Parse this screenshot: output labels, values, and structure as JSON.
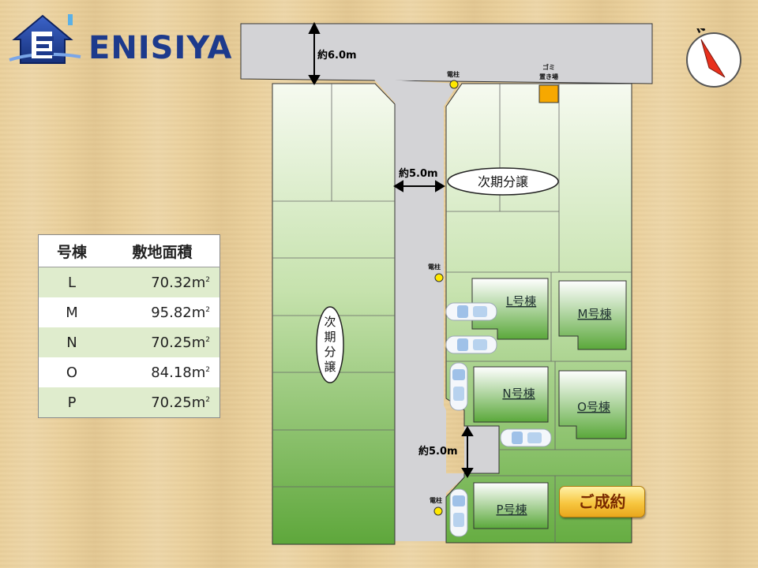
{
  "brand": {
    "name": "ENISIYA"
  },
  "table": {
    "headers": [
      "号棟",
      "敷地面積"
    ],
    "rows": [
      {
        "unit": "L",
        "area": "70.32",
        "suffix": "m"
      },
      {
        "unit": "M",
        "area": "95.82",
        "suffix": "m"
      },
      {
        "unit": "N",
        "area": "70.25",
        "suffix": "m"
      },
      {
        "unit": "O",
        "area": "84.18",
        "suffix": "m"
      },
      {
        "unit": "P",
        "area": "70.25",
        "suffix": "m"
      }
    ],
    "square_mark": "2"
  },
  "plan": {
    "road_top_width": "約6.0m",
    "road_main_width": "約5.0m",
    "road_lower_width": "約5.0m",
    "pole_label": "電柱",
    "garbage_label_line1": "ゴミ",
    "garbage_label_line2": "置き場",
    "next_sale_horizontal": "次期分譲",
    "next_sale_vertical": [
      "次",
      "期",
      "分",
      "譲"
    ],
    "houses": {
      "L": "L号棟",
      "M": "M号棟",
      "N": "N号棟",
      "O": "O号棟",
      "P": "P号棟"
    },
    "sold_badge": "ご成約",
    "compass_north": "N"
  },
  "colors": {
    "lot_green_light": "#f2f8ea",
    "lot_green_dark": "#5faa3c",
    "road_gray": "#d3d3d6",
    "garbage_orange": "#f7a800",
    "pole_yellow": "#ffe800",
    "brand_blue": "#1d3a8c",
    "compass_red": "#e8301c"
  }
}
